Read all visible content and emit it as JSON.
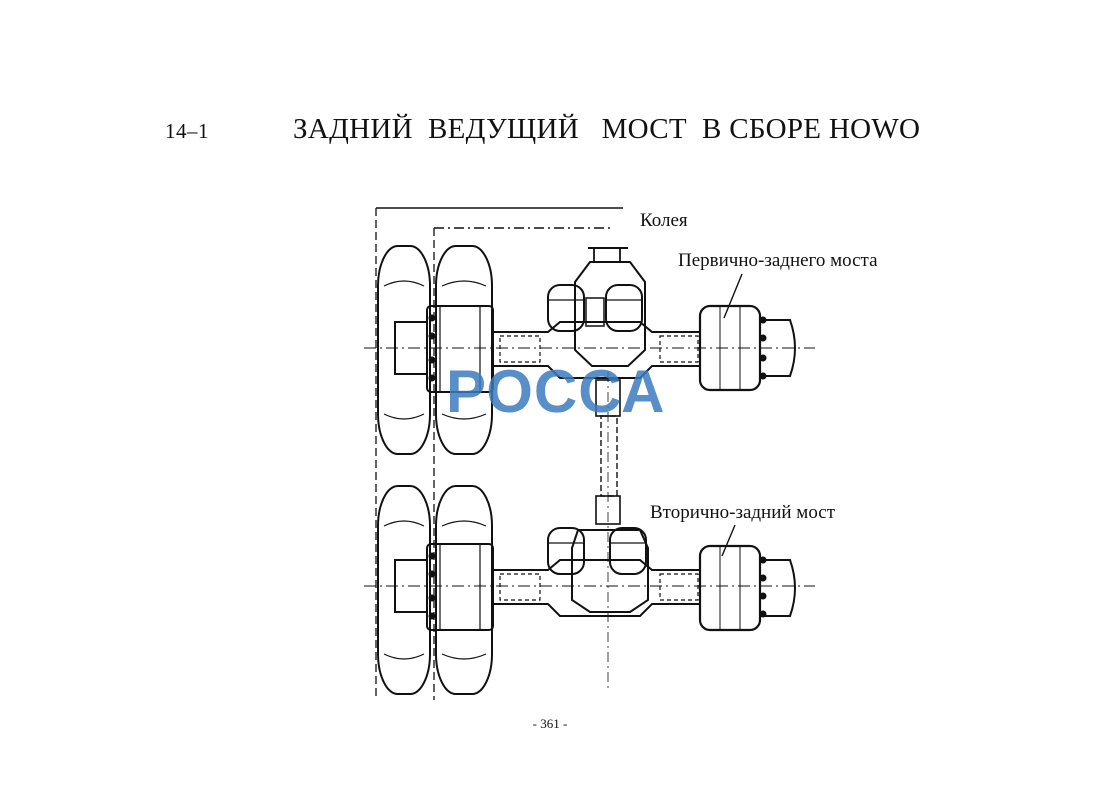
{
  "header": {
    "section_number": "14–1",
    "title": "ЗАДНИЙ  ВЕДУЩИЙ   МОСТ  В СБОРЕ HOWO"
  },
  "drawing": {
    "labels": {
      "track": "Колея",
      "primary_axle": "Первично-заднего моста",
      "secondary_axle": "Вторично-задний мост"
    },
    "watermark": "РОССА",
    "watermark_color": "#3b7bbf"
  },
  "footer": {
    "page_number": "- 361 -"
  }
}
